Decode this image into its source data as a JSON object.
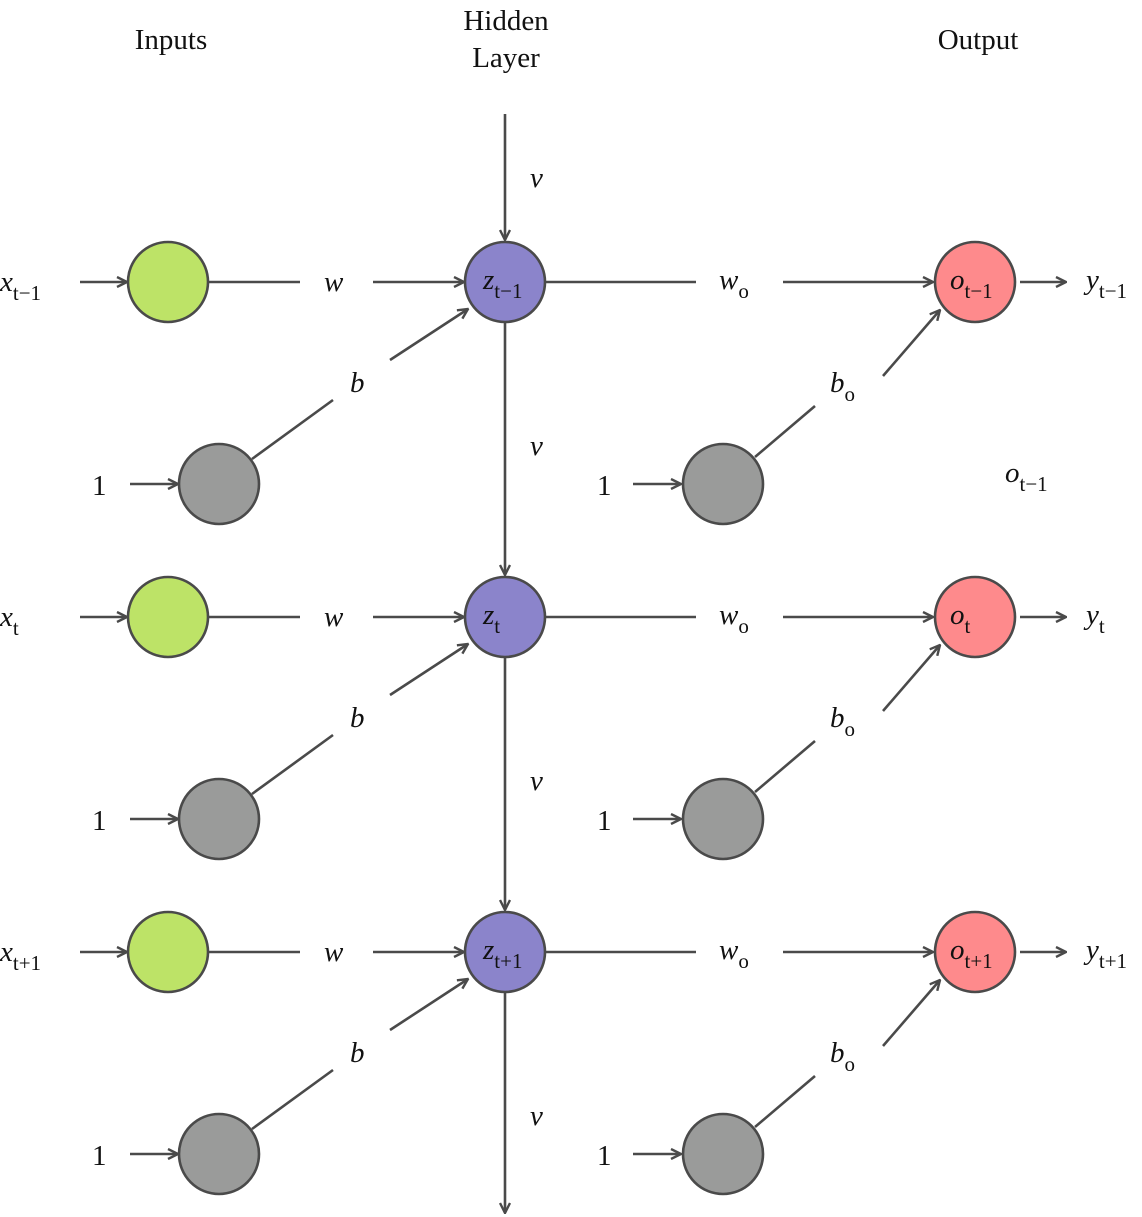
{
  "headers": {
    "inputs": "Inputs",
    "hidden_line1": "Hidden",
    "hidden_line2": "Layer",
    "output": "Output"
  },
  "colors": {
    "input_node": "#bde367",
    "bias_node": "#9a9b9a",
    "hidden_node": "#8b84cb",
    "output_node": "#fe8a8c",
    "edge": "#4a4a4a"
  },
  "labels": {
    "w": "w",
    "v": "v",
    "b": "b",
    "w_o_base": "w",
    "w_o_sub": "o",
    "b_o_base": "b",
    "b_o_sub": "o",
    "bias_input": "1"
  },
  "rows": [
    {
      "x_base": "x",
      "x_sub": "t−1",
      "z_base": "z",
      "z_sub": "t−1",
      "o_base": "o",
      "o_sub": "t−1",
      "y_base": "y",
      "y_sub": "t−1"
    },
    {
      "x_base": "x",
      "x_sub": "t",
      "z_base": "z",
      "z_sub": "t",
      "o_base": "o",
      "o_sub": "t",
      "y_base": "y",
      "y_sub": "t"
    },
    {
      "x_base": "x",
      "x_sub": "t+1",
      "z_base": "z",
      "z_sub": "t+1",
      "o_base": "o",
      "o_sub": "t+1",
      "y_base": "y",
      "y_sub": "t+1"
    }
  ],
  "floating_label": {
    "base": "o",
    "sub": "t−1"
  }
}
